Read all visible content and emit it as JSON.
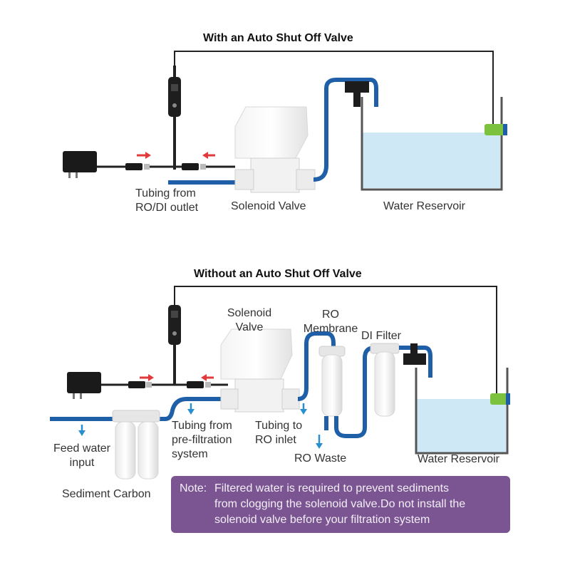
{
  "top": {
    "title": "With an Auto Shut Off Valve",
    "tubing_line1": "Tubing from",
    "tubing_line2": "RO/DI outlet",
    "valve_label": "Solenoid Valve",
    "reservoir_label": "Water Reservoir"
  },
  "bottom": {
    "title": "Without an Auto Shut Off Valve",
    "valve_line1": "Solenoid",
    "valve_line2": "Valve",
    "membrane_line1": "RO",
    "membrane_line2": "Membrane",
    "di_filter": "DI Filter",
    "feed_line1": "Feed water",
    "feed_line2": "input",
    "sediment_carbon": "Sediment Carbon",
    "prefilt_line1": "Tubing  from",
    "prefilt_line2": "pre-filtration",
    "prefilt_line3": "system",
    "roinlet_line1": "Tubing to",
    "roinlet_line2": "RO inlet",
    "ro_waste": "RO Waste",
    "reservoir_label": "Water Reservoir"
  },
  "note": {
    "prefix": "Note:",
    "line1": "Filtered water is required to prevent sediments",
    "line2": "from clogging the solenoid valve.Do not install the",
    "line3": "solenoid valve before your filtration system"
  },
  "colors": {
    "tube": "#1f5fa8",
    "water": "#cfe8f6",
    "arrow_red": "#e23a3a",
    "arrow_blue": "#2a8fd0",
    "note_bg": "#7a5591",
    "sensor_green": "#7cc23f"
  }
}
